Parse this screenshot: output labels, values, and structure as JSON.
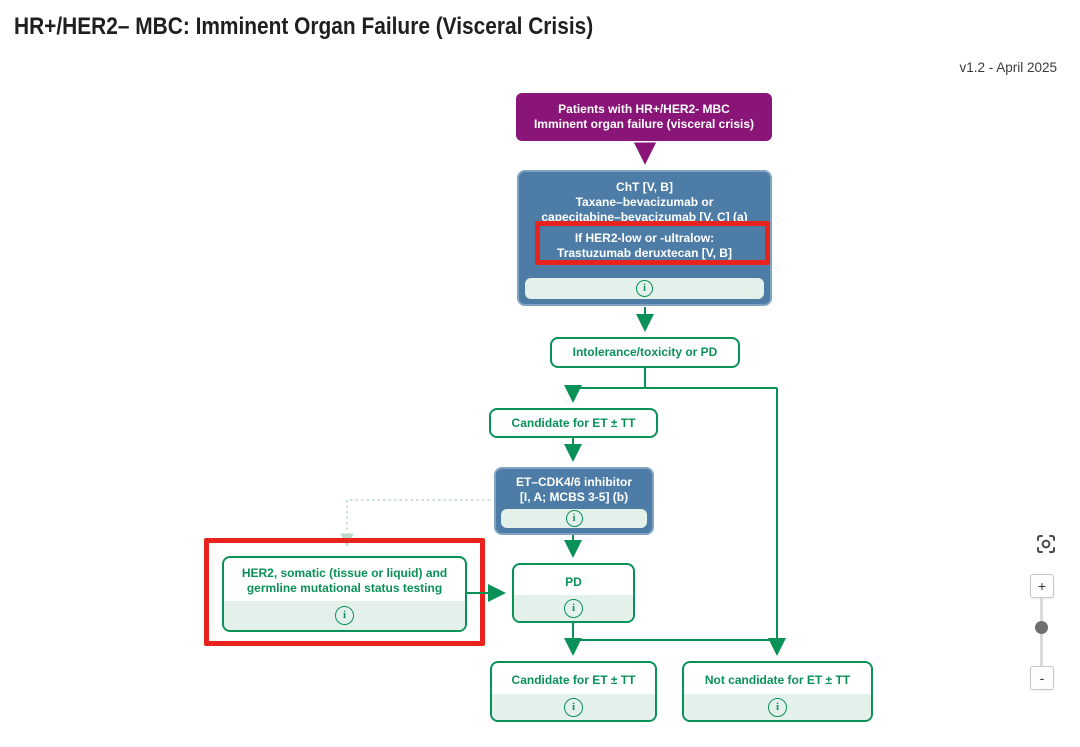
{
  "page": {
    "title": "HR+/HER2– MBC: Imminent Organ Failure (Visceral Crisis)",
    "version": "v1.2 - April 2025"
  },
  "colors": {
    "purple": "#8a1578",
    "blue": "#4d7da7",
    "green": "#0a9158",
    "mint_footer": "#e4f1ea",
    "highlight_red": "#e8221c"
  },
  "icons": {
    "info_glyph": "i",
    "zoom_in": "+",
    "zoom_out": "-",
    "focus": "focus-crosshair"
  },
  "flowchart": {
    "patients_box": {
      "line1": "Patients with HR+/HER2- MBC",
      "line2": "Imminent organ failure (visceral crisis)"
    },
    "cht_box": {
      "line1": "ChT [V, B]",
      "line2": "Taxane–bevacizumab or",
      "line3": "capecitabine–bevacizumab [V, C] (a)",
      "line4": "If HER2-low or -ultralow:",
      "line5": "Trastuzumab deruxtecan [V, B]"
    },
    "intolerance_box": {
      "label": "Intolerance/toxicity or PD"
    },
    "candidate_mid_box": {
      "label": "Candidate for ET ± TT"
    },
    "et_cdk_box": {
      "line1": "ET–CDK4/6 inhibitor",
      "line2": "[I, A; MCBS 3-5] (b)"
    },
    "her2_testing_box": {
      "line1": "HER2, somatic (tissue or liquid) and",
      "line2": "germline mutational status testing"
    },
    "pd_box": {
      "label": "PD"
    },
    "candidate_bottom_box": {
      "label": "Candidate for ET ± TT"
    },
    "not_candidate_box": {
      "label": "Not candidate for ET ± TT"
    }
  }
}
